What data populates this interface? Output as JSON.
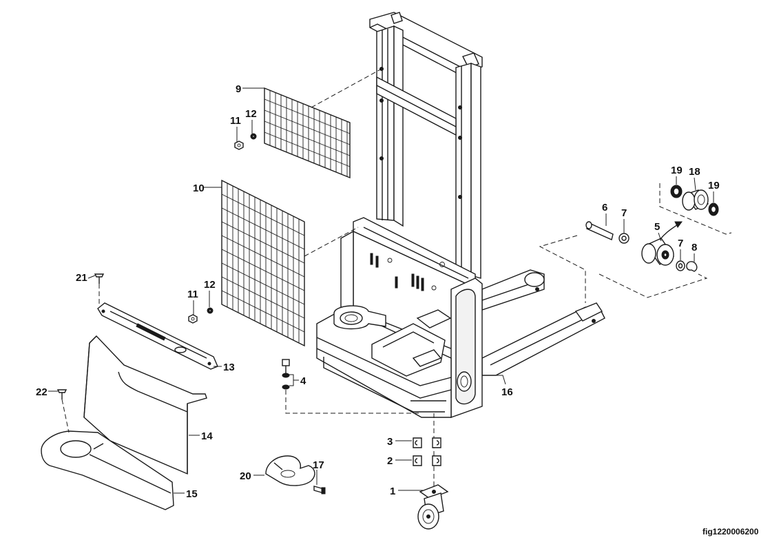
{
  "diagram": {
    "type": "exploded-parts-view",
    "figure_id": "fig1220006200",
    "callouts": [
      {
        "id": "c1",
        "text": "1"
      },
      {
        "id": "c2",
        "text": "2"
      },
      {
        "id": "c3",
        "text": "3"
      },
      {
        "id": "c4",
        "text": "4"
      },
      {
        "id": "c5",
        "text": "5"
      },
      {
        "id": "c6",
        "text": "6"
      },
      {
        "id": "c7a",
        "text": "7"
      },
      {
        "id": "c7b",
        "text": "7"
      },
      {
        "id": "c8",
        "text": "8"
      },
      {
        "id": "c9",
        "text": "9"
      },
      {
        "id": "c10",
        "text": "10"
      },
      {
        "id": "c11a",
        "text": "11"
      },
      {
        "id": "c11b",
        "text": "11"
      },
      {
        "id": "c12a",
        "text": "12"
      },
      {
        "id": "c12b",
        "text": "12"
      },
      {
        "id": "c13",
        "text": "13"
      },
      {
        "id": "c14",
        "text": "14"
      },
      {
        "id": "c15",
        "text": "15"
      },
      {
        "id": "c16",
        "text": "16"
      },
      {
        "id": "c17",
        "text": "17"
      },
      {
        "id": "c18",
        "text": "18"
      },
      {
        "id": "c19a",
        "text": "19"
      },
      {
        "id": "c19b",
        "text": "19"
      },
      {
        "id": "c20",
        "text": "20"
      },
      {
        "id": "c21",
        "text": "21"
      },
      {
        "id": "c22",
        "text": "22"
      }
    ]
  }
}
